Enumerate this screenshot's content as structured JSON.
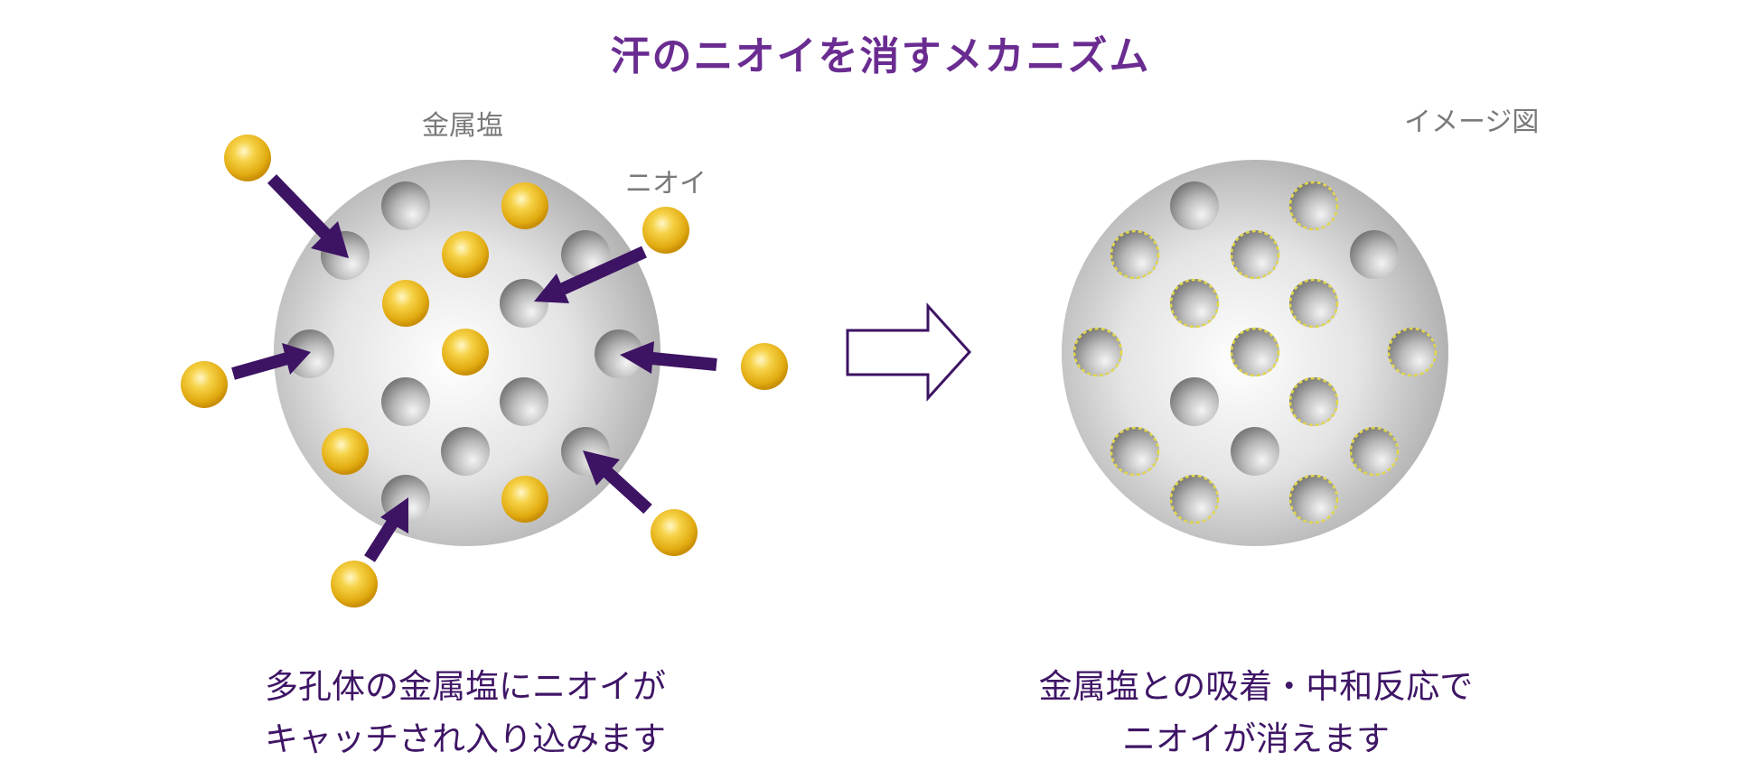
{
  "title": "汗のニオイを消すメカニズム",
  "left_panel": {
    "label_metal_salt": "金属塩",
    "label_odor": "ニオイ",
    "caption_line1": "多孔体の金属塩にニオイが",
    "caption_line2": "キャッチされ入り込みます"
  },
  "right_panel": {
    "label_image": "イメージ図",
    "caption_line1": "金属塩との吸着・中和反応で",
    "caption_line2": "ニオイが消えます"
  },
  "colors": {
    "title": "#6a2c91",
    "arrow": "#3d1363",
    "caption": "#3f1566",
    "label": "#7a7a7a",
    "odor_ball": "#e8b81f",
    "dashed_ring": "#e2d64a"
  }
}
